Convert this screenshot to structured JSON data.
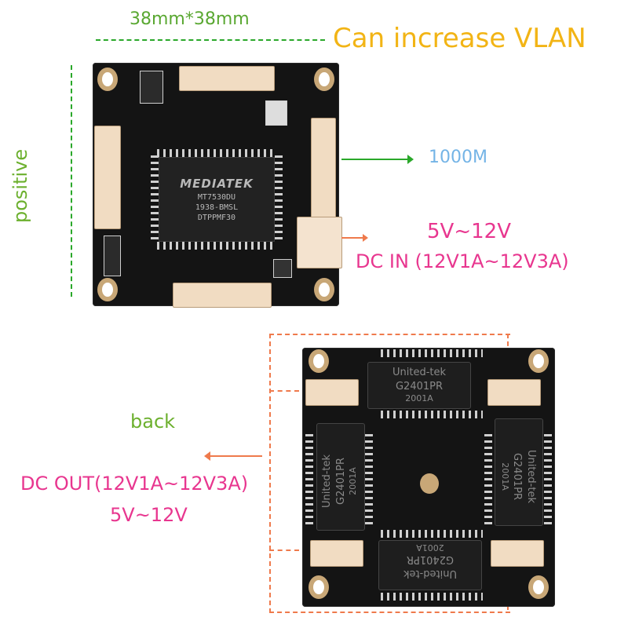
{
  "top_labels": {
    "dimension": "38mm*38mm",
    "feature": "Can increase VLAN"
  },
  "front_board": {
    "side_label": "positive",
    "chip": {
      "brand": "MEDIATEK",
      "model": "MT7530DU",
      "line2": "1938-BMSL",
      "line3": "DTPPMF30"
    },
    "port_label": "1000M",
    "power_in": {
      "voltage": "5V~12V",
      "label": "DC IN (12V1A~12V3A)"
    }
  },
  "back_board": {
    "side_label": "back",
    "power_out": {
      "label": "DC OUT(12V1A~12V3A)",
      "voltage": "5V~12V"
    },
    "transformers": [
      {
        "brand": "United-tek",
        "model": "G2401PR",
        "code": "2001A"
      },
      {
        "brand": "United-tek",
        "model": "G2401PR",
        "code": "2001A"
      },
      {
        "brand": "United-tek",
        "model": "G2401PR",
        "code": "2001A"
      },
      {
        "brand": "United-tek",
        "model": "G2401PR",
        "code": "2001A"
      }
    ]
  },
  "colors": {
    "dimension_green": "#5aa832",
    "vlan_yellow": "#f2b415",
    "port_blue": "#74b4e6",
    "power_pink": "#e8368f",
    "arrow_green": "#2aa82a",
    "arrow_orange": "#ef7a4c"
  }
}
